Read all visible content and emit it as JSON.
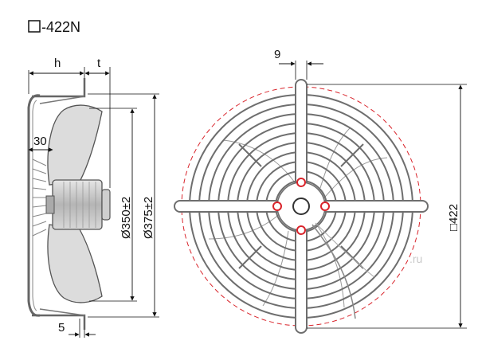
{
  "title": {
    "symbol": "□",
    "model": "-422N"
  },
  "side_view": {
    "dims": {
      "h": "h",
      "t": "t",
      "angle_30": "30",
      "d350": "Ø350±2",
      "d375": "Ø375±2",
      "five": "5"
    }
  },
  "front_view": {
    "dims": {
      "nine": "9",
      "square": "□422"
    },
    "watermark": ".ru"
  },
  "colors": {
    "line": "#111111",
    "guard": "#6e6e6e",
    "blade": "#dcdcdc",
    "motor": "#bdbdbd",
    "dashed_circle": "#d9242b",
    "center_mark": "#d9242b"
  }
}
